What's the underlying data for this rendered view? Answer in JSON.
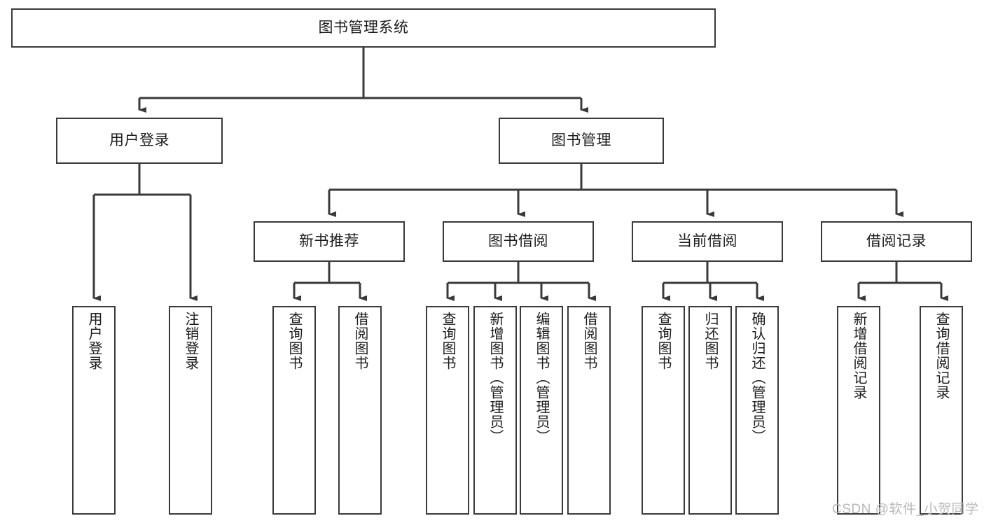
{
  "diagram": {
    "title": "图书管理系统",
    "type": "hierarchy-tree",
    "watermark": "CSDN @软件_小贺同学",
    "colors": {
      "box_border": "#3a3a3a",
      "box_fill": "#ffffff",
      "connector": "#3a3a3a",
      "text": "#1c1c1c",
      "watermark": "#b9b9b9",
      "background": "#ffffff"
    },
    "levels": {
      "root": "图书管理系统",
      "level2": [
        "用户登录",
        "图书管理"
      ],
      "level3": [
        "新书推荐",
        "图书借阅",
        "当前借阅",
        "借阅记录"
      ]
    },
    "nodes": {
      "root": {
        "label": "图书管理系统"
      },
      "user_login": {
        "label": "用户登录"
      },
      "book_manage": {
        "label": "图书管理"
      },
      "new_book_rec": {
        "label": "新书推荐"
      },
      "book_borrow": {
        "label": "图书借阅"
      },
      "current_borrow": {
        "label": "当前借阅"
      },
      "borrow_record": {
        "label": "借阅记录"
      }
    },
    "leaves": {
      "user_login": [
        {
          "label": "用户登录"
        },
        {
          "label": "注销登录"
        }
      ],
      "new_book_rec": [
        {
          "label": "查询图书"
        },
        {
          "label": "借阅图书"
        }
      ],
      "book_borrow": [
        {
          "label": "查询图书"
        },
        {
          "label": "新增图书（管理员）"
        },
        {
          "label": "编辑图书（管理员）"
        },
        {
          "label": "借阅图书"
        }
      ],
      "current_borrow": [
        {
          "label": "查询图书"
        },
        {
          "label": "归还图书"
        },
        {
          "label": "确认归还（管理员）"
        }
      ],
      "borrow_record": [
        {
          "label": "新增借阅记录"
        },
        {
          "label": "查询借阅记录"
        }
      ]
    }
  }
}
